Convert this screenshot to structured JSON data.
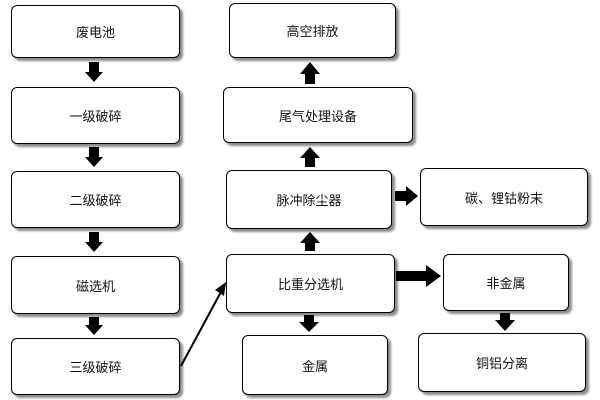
{
  "nodes": {
    "waste_battery": "废电池",
    "primary_crushing": "一级破碎",
    "secondary_crushing": "二级破碎",
    "magnetic_separator": "磁选机",
    "tertiary_crushing": "三级破碎",
    "gravity_separator": "比重分选机",
    "pulse_dust_collector": "脉冲除尘器",
    "tail_gas_treatment": "尾气处理设备",
    "high_altitude_discharge": "高空排放",
    "carbon_powder": "碳、锂钴粉末",
    "metal": "金属",
    "non_metal": "非金属",
    "copper_aluminum_separation": "铜铝分离"
  },
  "colors": {
    "box_border": "#000000",
    "arrow": "#000000",
    "background": "#ffffff"
  }
}
